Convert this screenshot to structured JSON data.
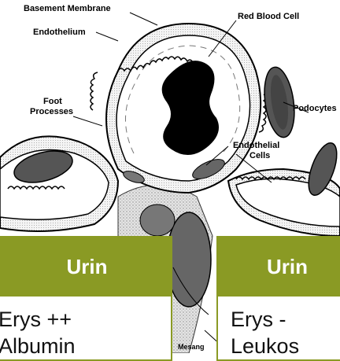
{
  "diagram": {
    "labels": {
      "basement_membrane": "Basement Membrane",
      "endothelium": "Endothelium",
      "red_blood_cell": "Red Blood Cell",
      "foot_processes_1": "Foot",
      "foot_processes_2": "Processes",
      "podocytes": "Podocytes",
      "endothelial_cells_1": "Endothelial",
      "endothelial_cells_2": "Cells",
      "mesangial": "Mesang"
    }
  },
  "cards": {
    "left": {
      "title": "Urin",
      "line1": "Erys ++",
      "line2": "Albumin"
    },
    "right": {
      "title": "Urin",
      "line1": "Erys -",
      "line2": "Leukos"
    }
  },
  "colors": {
    "card_accent": "#8a9a24"
  }
}
